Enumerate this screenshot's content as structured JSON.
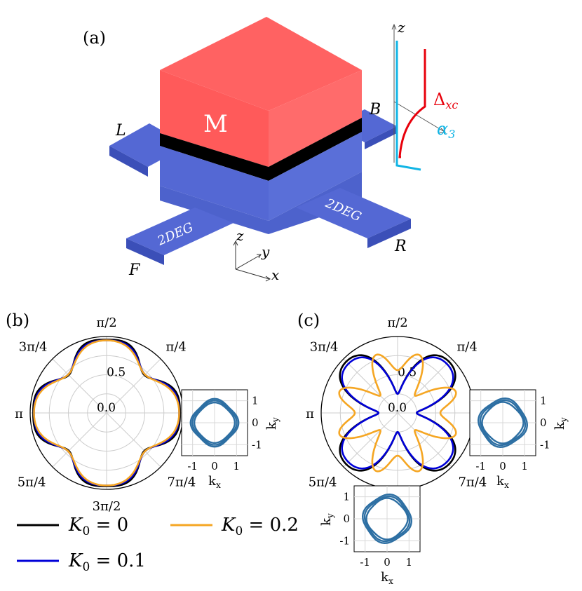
{
  "panels": {
    "a": {
      "label": "(a)",
      "cube_label": "M",
      "lead_labels": {
        "left": "L",
        "back": "B",
        "right": "R",
        "front": "F"
      },
      "lead_text": "2DEG",
      "axes": {
        "x": "x",
        "y": "y",
        "z": "z"
      },
      "profile": {
        "axis": "z",
        "delta_label": "Δ",
        "delta_sub": "xc",
        "alpha_label": "α",
        "alpha_sub": "3"
      },
      "colors": {
        "magnet": "#ff5a5a",
        "semiconductor": "#5468d4",
        "barrier": "#000000",
        "delta": "#e8000b",
        "alpha": "#12b5e5"
      }
    },
    "b": {
      "label": "(b)"
    },
    "c": {
      "label": "(c)"
    }
  },
  "polar": {
    "angle_labels": [
      "π/2",
      "π/4",
      "3π/4",
      "π",
      "5π/4",
      "7π/4",
      "3π/2"
    ],
    "radial_ticks": [
      "0.0",
      "0.5"
    ]
  },
  "insets": {
    "ticks": [
      "-1",
      "0",
      "1"
    ],
    "xlabel": "k",
    "xsub": "x",
    "ylabel": "k",
    "ysub": "y"
  },
  "legend": [
    {
      "label": "K",
      "sub": "0",
      "eq": " = 0",
      "color": "#000000"
    },
    {
      "label": "K",
      "sub": "0",
      "eq": " = 0.1",
      "color": "#0000d8"
    },
    {
      "label": "K",
      "sub": "0",
      "eq": " = 0.2",
      "color": "#f5a623"
    }
  ],
  "chart_data": [
    {
      "type": "line",
      "panel": "b",
      "coordinate_system": "polar",
      "rlim": [
        0,
        1
      ],
      "radial_ticks": [
        0.0,
        0.5
      ],
      "series": [
        {
          "name": "K0 = 0",
          "color": "#000000",
          "mean": 0.87,
          "amp4": 0.13,
          "amp8": 0.04,
          "phase4": 0
        },
        {
          "name": "K0 = 0.1",
          "color": "#0000d8",
          "mean": 0.86,
          "amp4": 0.12,
          "amp8": 0.03,
          "phase4": 0
        },
        {
          "name": "K0 = 0.2",
          "color": "#f5a623",
          "mean": 0.85,
          "amp4": 0.12,
          "amp8": 0.02,
          "phase4": 0
        }
      ]
    },
    {
      "type": "line",
      "panel": "c",
      "coordinate_system": "polar",
      "rlim": [
        0,
        1
      ],
      "radial_ticks": [
        0.0,
        0.5
      ],
      "series": [
        {
          "name": "K0 = 0",
          "color": "#000000",
          "mean": 0.66,
          "amp4": 0.35,
          "amp8": 0.06,
          "phase4": 180
        },
        {
          "name": "K0 = 0.1",
          "color": "#0000d8",
          "mean": 0.64,
          "amp4": 0.33,
          "amp8": 0.06,
          "phase4": 180
        },
        {
          "name": "K0 = 0.2",
          "color": "#f5a623",
          "mean": 0.62,
          "amp4": 0.12,
          "amp8": 0.18,
          "phase4": 0
        }
      ]
    }
  ]
}
